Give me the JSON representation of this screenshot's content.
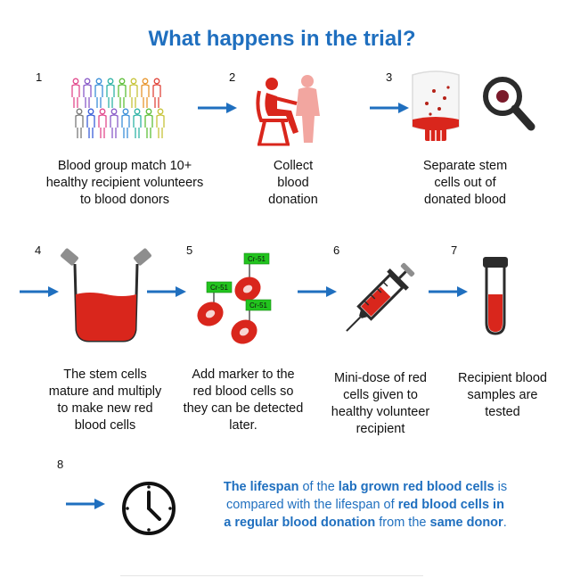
{
  "title": "What happens in the trial?",
  "steps": [
    {
      "number": "1",
      "caption": [
        "Blood group match 10+",
        "healthy recipient volunteers",
        "to blood donors"
      ]
    },
    {
      "number": "2",
      "caption": [
        "Collect",
        "blood",
        "donation"
      ]
    },
    {
      "number": "3",
      "caption": [
        "Separate stem",
        "cells out of",
        "donated blood"
      ]
    },
    {
      "number": "4",
      "caption": [
        "The stem cells",
        "mature and multiply",
        "to make new red",
        "blood cells"
      ]
    },
    {
      "number": "5",
      "caption": [
        "Add marker to the",
        "red blood cells so",
        "they can be detected",
        "later."
      ]
    },
    {
      "number": "6",
      "caption": [
        "Mini-dose of red",
        "cells given to",
        "healthy volunteer",
        "recipient"
      ]
    },
    {
      "number": "7",
      "caption": [
        "Recipient blood",
        "samples are",
        "tested"
      ]
    },
    {
      "number": "8"
    }
  ],
  "marker_label": "Cr-51",
  "final_text": {
    "p1": "The lifespan",
    "p2": " of the ",
    "p3": "lab grown red blood cells",
    "p4": " is",
    "p5": "compared with the lifespan of ",
    "p6": "red blood cells in",
    "p7": "a regular blood donation",
    "p8": " from the ",
    "p9": "same donor",
    "p10": "."
  },
  "colors": {
    "accent": "#1f6fbf",
    "blood": "#d9261c",
    "marker": "#22c41e"
  },
  "icons": [
    "people-group-icon",
    "blood-donation-chair-icon",
    "blood-bag-icon",
    "magnifier-icon",
    "beaker-icon",
    "red-blood-cells-icon",
    "syringe-icon",
    "test-tube-icon",
    "clock-icon"
  ]
}
